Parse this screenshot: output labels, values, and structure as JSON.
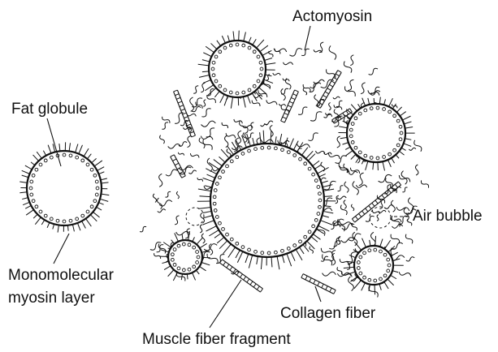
{
  "labels": {
    "actomyosin": "Actomyosin",
    "fat_globule": "Fat globule",
    "monomolecular_line1": "Monomolecular",
    "monomolecular_line2": "myosin layer",
    "air_bubble": "Air bubble",
    "collagen_fiber": "Collagen fiber",
    "muscle_fiber_fragment": "Muscle fiber fragment"
  },
  "colors": {
    "ink": "#111111",
    "background": "#ffffff"
  }
}
